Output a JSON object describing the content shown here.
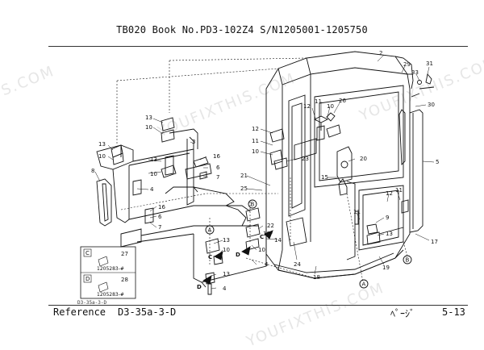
{
  "header": {
    "title": "TB020  Book No.PD3-102Z4 S/N1205001-1205750"
  },
  "footer": {
    "reference_label": "Reference",
    "reference_code": "D3-35a-3-D",
    "page_label": "ﾍﾟｰｼﾞ",
    "page_number": "5-13",
    "small_ref": "D3-35a-3-D"
  },
  "watermarks": [
    "S.COM",
    "YOUFIXTHIS.COM",
    "YOUFIXTHIS.COM",
    "YOUFIXTHIS.COM"
  ],
  "legend": {
    "c_key": "C",
    "c_part": "27",
    "c_code": "1205283-#",
    "d_key": "D",
    "d_part": "28",
    "d_code": "1205283-#"
  },
  "callouts": {
    "n2": "2",
    "n29": "29",
    "n31": "31",
    "n33": "33",
    "n30": "30",
    "n5": "5",
    "n11a": "11",
    "n10a": "10",
    "n12a": "12",
    "n26": "26",
    "n12b": "12",
    "n11b": "11",
    "n10b": "10",
    "n23": "23",
    "n20": "20",
    "n15": "15",
    "n21": "21",
    "n25": "25",
    "n13a": "13",
    "n10c": "10",
    "n13b": "13",
    "n10d": "10",
    "n3": "3",
    "n16a": "16",
    "n6a": "6",
    "n7a": "7",
    "n13c": "13",
    "n10e": "10",
    "n4a": "4",
    "n8": "8",
    "n16b": "16",
    "n6b": "6",
    "n7b": "7",
    "n13d": "13",
    "n10f": "10",
    "n22": "22",
    "n14": "14",
    "n10g": "10",
    "n4b": "4",
    "n13e": "13",
    "n10h": "10",
    "n4c": "4",
    "n24": "24",
    "n18": "18",
    "n19": "19",
    "n17": "17",
    "n12c": "12",
    "n11c": "11",
    "n11d": "11",
    "n9": "9",
    "n13f": "13",
    "letter_b1": "B",
    "letter_b2": "B",
    "letter_a1": "A",
    "letter_a2": "A",
    "letter_c": "C",
    "letter_d": "D",
    "letter_c2": "C",
    "letter_d2": "D"
  }
}
